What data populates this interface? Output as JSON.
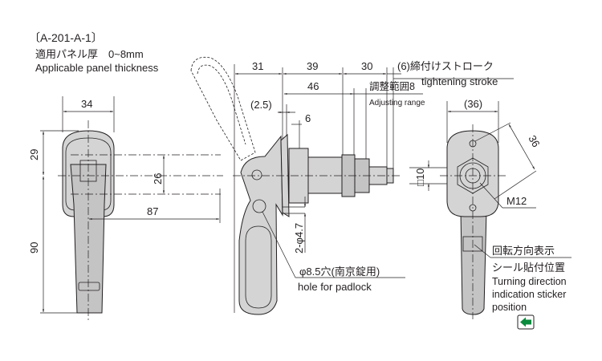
{
  "title": {
    "model": "〔A-201-A-1〕",
    "panel_thickness_jp": "適用パネル厚　0~8mm",
    "panel_thickness_en": "Applicable panel thickness"
  },
  "front_view": {
    "width": "34",
    "upper_height": "29",
    "lower_height": "90",
    "offset": "26",
    "reach": "87"
  },
  "side_view": {
    "dim_31": "31",
    "dim_39": "39",
    "dim_30": "30",
    "dim_46": "46",
    "dim_2_5": "(2.5)",
    "dim_6": "6",
    "stroke_jp": "(6)締付けストローク",
    "stroke_en": "tightening stroke",
    "adjust_jp": "調整範囲8",
    "adjust_en": "Adjusting range",
    "holes": "2-φ4.7",
    "padlock_jp": "φ8.5穴(南京錠用)",
    "padlock_en": "hole for padlock",
    "square": "□10"
  },
  "rear_view": {
    "width": "(36)",
    "diagonal": "36",
    "thread": "M12",
    "sticker_jp_1": "回転方向表示",
    "sticker_jp_2": "シール貼付位置",
    "sticker_en_1": "Turning direction",
    "sticker_en_2": "indication sticker",
    "sticker_en_3": "position"
  },
  "colors": {
    "arrow": "#0a8a3c"
  }
}
